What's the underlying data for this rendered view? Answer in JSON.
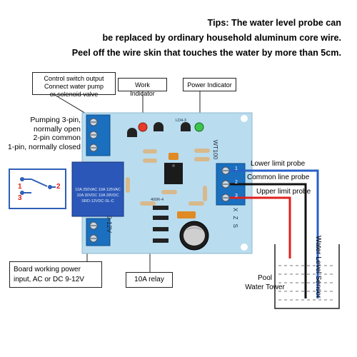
{
  "tips": {
    "line1": "Tips: The water level probe can",
    "line2": "be replaced by ordinary household aluminum core wire.",
    "line3": "Peel off the wire skin that touches the water by more than 5cm."
  },
  "callouts": {
    "control_switch": [
      "Control switch output",
      "Connect water pump",
      "or solenoid valve"
    ],
    "work_indicator": "Work Indicator",
    "power_indicator": "Power Indicator",
    "pumping": [
      "Pumping 3-pin,",
      "normally open",
      "2-pin common",
      "1-pin, normally closed"
    ],
    "board_power": [
      "Board working power",
      "input, AC or DC 9-12V"
    ],
    "relay": "10A relay"
  },
  "probes": {
    "lower": "Lower limit probe",
    "common": "Common line probe",
    "upper": "Upper limit probe",
    "sensor": "Water Level Sensor",
    "pool": [
      "Pool",
      "Water Tower"
    ]
  },
  "switch_pins": {
    "p1": "1",
    "p2": "2",
    "p3": "3"
  },
  "board": {
    "relay_lines": [
      "10A 250VAC  10A 125VAC",
      "10A  30VDC  10A  28VDC",
      "SRD-12VDC-SL-C"
    ],
    "voltage": "9-12V",
    "model": "WT100",
    "sz": "X Z S",
    "pins": [
      "1",
      "2",
      "3"
    ],
    "chip": "LD4-3",
    "res": "400R-4"
  },
  "colors": {
    "board": "#b9dcef",
    "terminal": "#1a6fbf",
    "relay": "#2b58b8",
    "red_wire": "#e0201c",
    "blue_wire": "#2760c8",
    "switch_box": "#2f5fb7"
  }
}
